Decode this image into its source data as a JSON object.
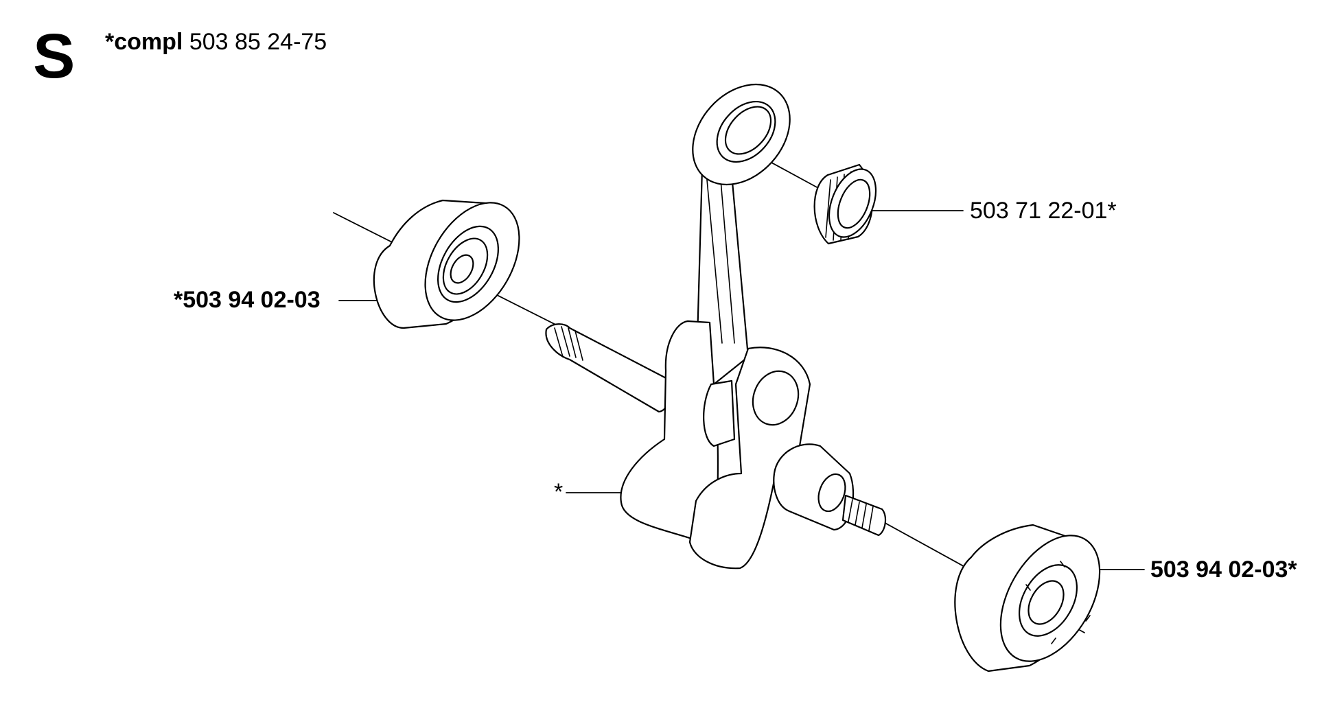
{
  "section": {
    "letter": "S",
    "compl_keyword": "*compl",
    "compl_number": "503 85 24-75"
  },
  "parts": {
    "needle_bearing": "503 71 22-01*",
    "bearing_left": "*503 94 02-03",
    "crankshaft": "*",
    "bearing_right": "503 94 02-03*"
  }
}
